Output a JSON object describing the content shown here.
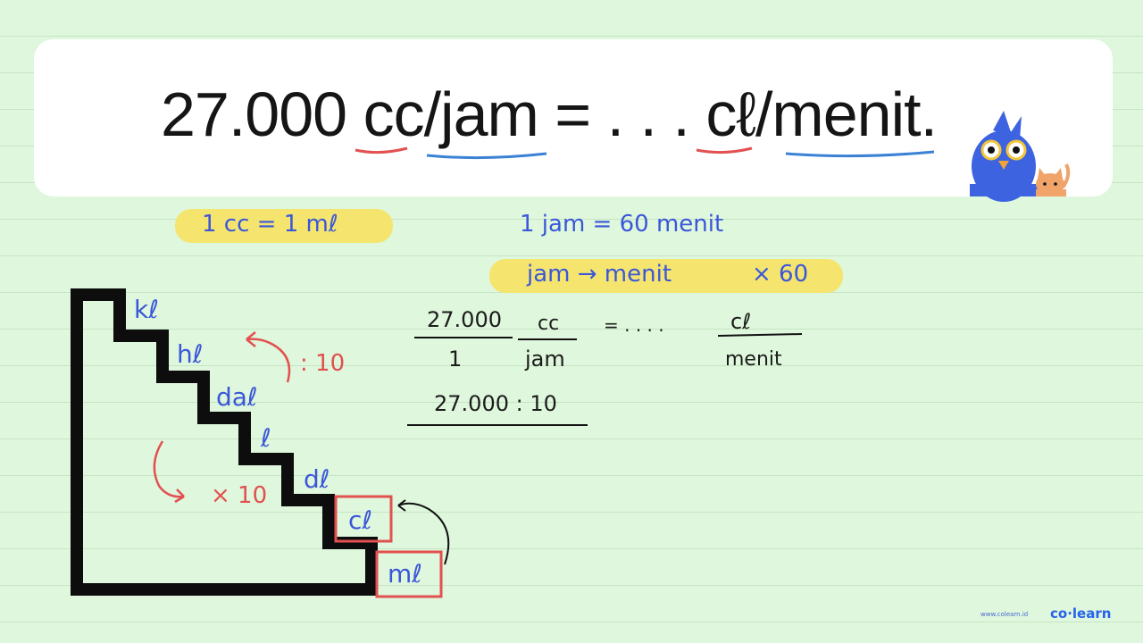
{
  "title": {
    "value": "27.000",
    "unit_from": "cc/jam",
    "equals": "=",
    "dots": ". . .",
    "unit_to_cl": "cℓ",
    "unit_to_rest": "/menit."
  },
  "notes": {
    "cc_ml": "1 cc  =  1 mℓ",
    "jam_menit": "1 jam  =  60  menit",
    "jam_to_menit": "jam → menit",
    "times_60": "× 60",
    "frac_top": "27.000",
    "frac_bottom": "1",
    "unit_top": "cc",
    "unit_bottom": "jam",
    "eq_dots": "= . . . .",
    "result_top": "cℓ",
    "result_bottom": "menit",
    "calc": "27.000 : 10"
  },
  "stairs": {
    "labels": [
      "kℓ",
      "hℓ",
      "daℓ",
      "ℓ",
      "dℓ",
      "cℓ",
      "mℓ"
    ],
    "up_op": ": 10",
    "down_op": "× 10"
  },
  "brand": {
    "logo": "co·learn",
    "url": "www.colearn.id"
  },
  "colors": {
    "background": "#dff7dc",
    "handwriting_blue": "#3b57d9",
    "highlight_yellow": "#f5e56e",
    "accent_red": "#e25050"
  }
}
